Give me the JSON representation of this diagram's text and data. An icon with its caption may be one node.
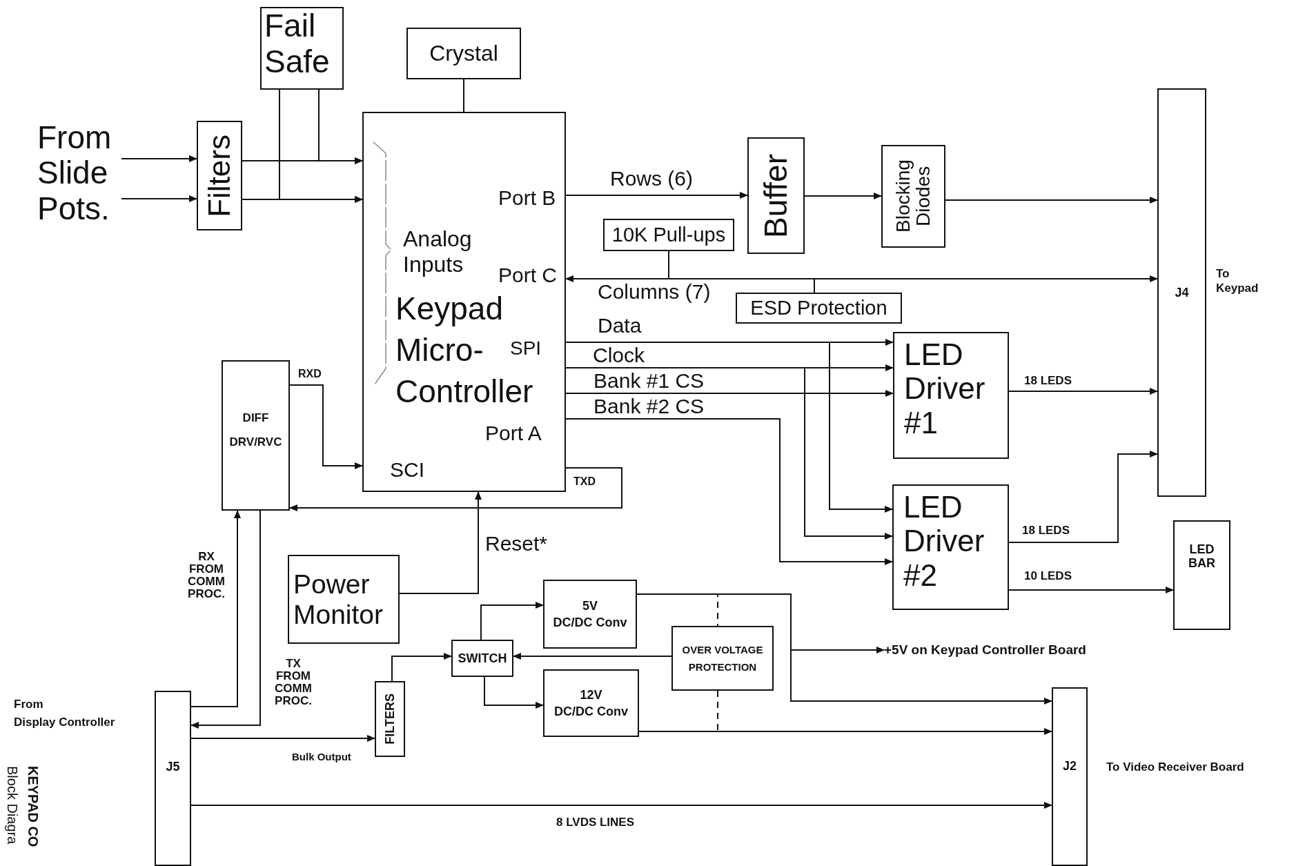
{
  "diagram": {
    "nodes": [
      {
        "text": [
          "From Slide Pots."
        ]
      },
      {
        "text": [
          "Fail Safe"
        ]
      },
      {
        "text": [
          "Crystal"
        ]
      },
      {
        "text": [
          "Filters"
        ]
      },
      {
        "text": [
          "Analog Inputs",
          "Keypad Micro- Controller",
          "Port B",
          "Port C",
          "SPI",
          "Port A",
          "SCI"
        ]
      },
      {
        "text": [
          "Buffer"
        ]
      },
      {
        "text": [
          "Blocking Diodes"
        ]
      },
      {
        "text": [
          "10K Pull-ups"
        ]
      },
      {
        "text": [
          "ESD Protection"
        ]
      },
      {
        "text": [
          "J4"
        ],
        "beside": [
          "To Keypad"
        ]
      },
      {
        "text": [
          "LED Driver #1"
        ]
      },
      {
        "text": [
          "DIFF",
          "DRV/RVC"
        ]
      },
      {
        "text": [
          "LED Driver #2"
        ]
      },
      {
        "text": [
          "Power Monitor"
        ]
      },
      {
        "text": [
          "LED BAR"
        ]
      },
      {
        "text": [
          "5V",
          "DC/DC Conv"
        ]
      },
      {
        "text": [
          "SWITCH"
        ]
      },
      {
        "text": [
          "OVER VOLTAGE PROTECTION"
        ]
      },
      {
        "text": [
          "+5V on Keypad Controller Board"
        ]
      },
      {
        "text": [
          "12V",
          "DC/DC Conv"
        ]
      },
      {
        "text": [
          "FILTERS"
        ]
      },
      {
        "text": [
          "J5"
        ],
        "beside": [
          "From",
          "Display Controller"
        ]
      },
      {
        "text": [
          "J2"
        ],
        "beside": [
          "To Video Receiver Board"
        ]
      }
    ],
    "edges": [
      {
        "from": 0,
        "to": 3,
        "arrow": "to"
      },
      {
        "from": 0,
        "to": 3,
        "arrow": "to"
      },
      {
        "from": 3,
        "to": 4,
        "arrow": "to"
      },
      {
        "from": 3,
        "to": 4,
        "arrow": "to"
      },
      {
        "from": 1,
        "to": 4,
        "arrow": "to"
      },
      {
        "from": 1,
        "to": 4,
        "arrow": "to"
      },
      {
        "from": 2,
        "to": 4,
        "arrow": "none"
      },
      {
        "from": 4,
        "to": 5,
        "arrow": "to",
        "label": "Rows (6)"
      },
      {
        "from": 5,
        "to": 6,
        "arrow": "to"
      },
      {
        "from": 6,
        "to": 9,
        "arrow": "to"
      },
      {
        "from": 4,
        "to": 9,
        "arrow": "both",
        "label": "Columns (7)"
      },
      {
        "from": 7,
        "to": 4,
        "arrow": "none"
      },
      {
        "from": 8,
        "to": 9,
        "arrow": "none"
      },
      {
        "from": 4,
        "to": 10,
        "arrow": "to",
        "label": "Data"
      },
      {
        "from": 4,
        "to": 12,
        "arrow": "to"
      },
      {
        "from": 4,
        "to": 10,
        "arrow": "to",
        "label": "Clock"
      },
      {
        "from": 4,
        "to": 12,
        "arrow": "to"
      },
      {
        "from": 4,
        "to": 10,
        "arrow": "to",
        "label": "Bank #1 CS"
      },
      {
        "from": 4,
        "to": 12,
        "arrow": "to",
        "label": "Bank #2 CS"
      },
      {
        "from": 10,
        "to": 9,
        "arrow": "to",
        "label": "18 LEDS"
      },
      {
        "from": 12,
        "to": 9,
        "arrow": "to",
        "label": "18 LEDS"
      },
      {
        "from": 12,
        "to": 14,
        "arrow": "to",
        "label": "10 LEDS"
      },
      {
        "from": 11,
        "to": 4,
        "arrow": "to",
        "label": "RXD"
      },
      {
        "from": 4,
        "to": 11,
        "arrow": "to",
        "label": "TXD"
      },
      {
        "from": 13,
        "to": 4,
        "arrow": "to",
        "label": "Reset*"
      },
      {
        "from": 21,
        "to": 11,
        "arrow": "to",
        "label": "RX FROM COMM PROC."
      },
      {
        "from": 11,
        "to": 21,
        "arrow": "to",
        "label": "TX FROM COMM PROC."
      },
      {
        "from": 21,
        "to": 20,
        "arrow": "to",
        "label": "Bulk Output"
      },
      {
        "from": 20,
        "to": 16,
        "arrow": "to"
      },
      {
        "from": 17,
        "to": 16,
        "arrow": "to"
      },
      {
        "from": 16,
        "to": 15,
        "arrow": "to"
      },
      {
        "from": 16,
        "to": 19,
        "arrow": "to"
      },
      {
        "from": 15,
        "to": 22,
        "arrow": "to"
      },
      {
        "from": 15,
        "to": 18,
        "arrow": "to"
      },
      {
        "from": 15,
        "to": 17,
        "arrow": "none",
        "style": "dashed"
      },
      {
        "from": 17,
        "to": 19,
        "arrow": "none",
        "style": "dashed"
      },
      {
        "from": 19,
        "to": 22,
        "arrow": "to"
      },
      {
        "from": 21,
        "to": 22,
        "arrow": "to",
        "label": "8 LVDS LINES"
      }
    ],
    "labels": [
      "KEYPAD CO",
      "Block Diagra"
    ]
  }
}
